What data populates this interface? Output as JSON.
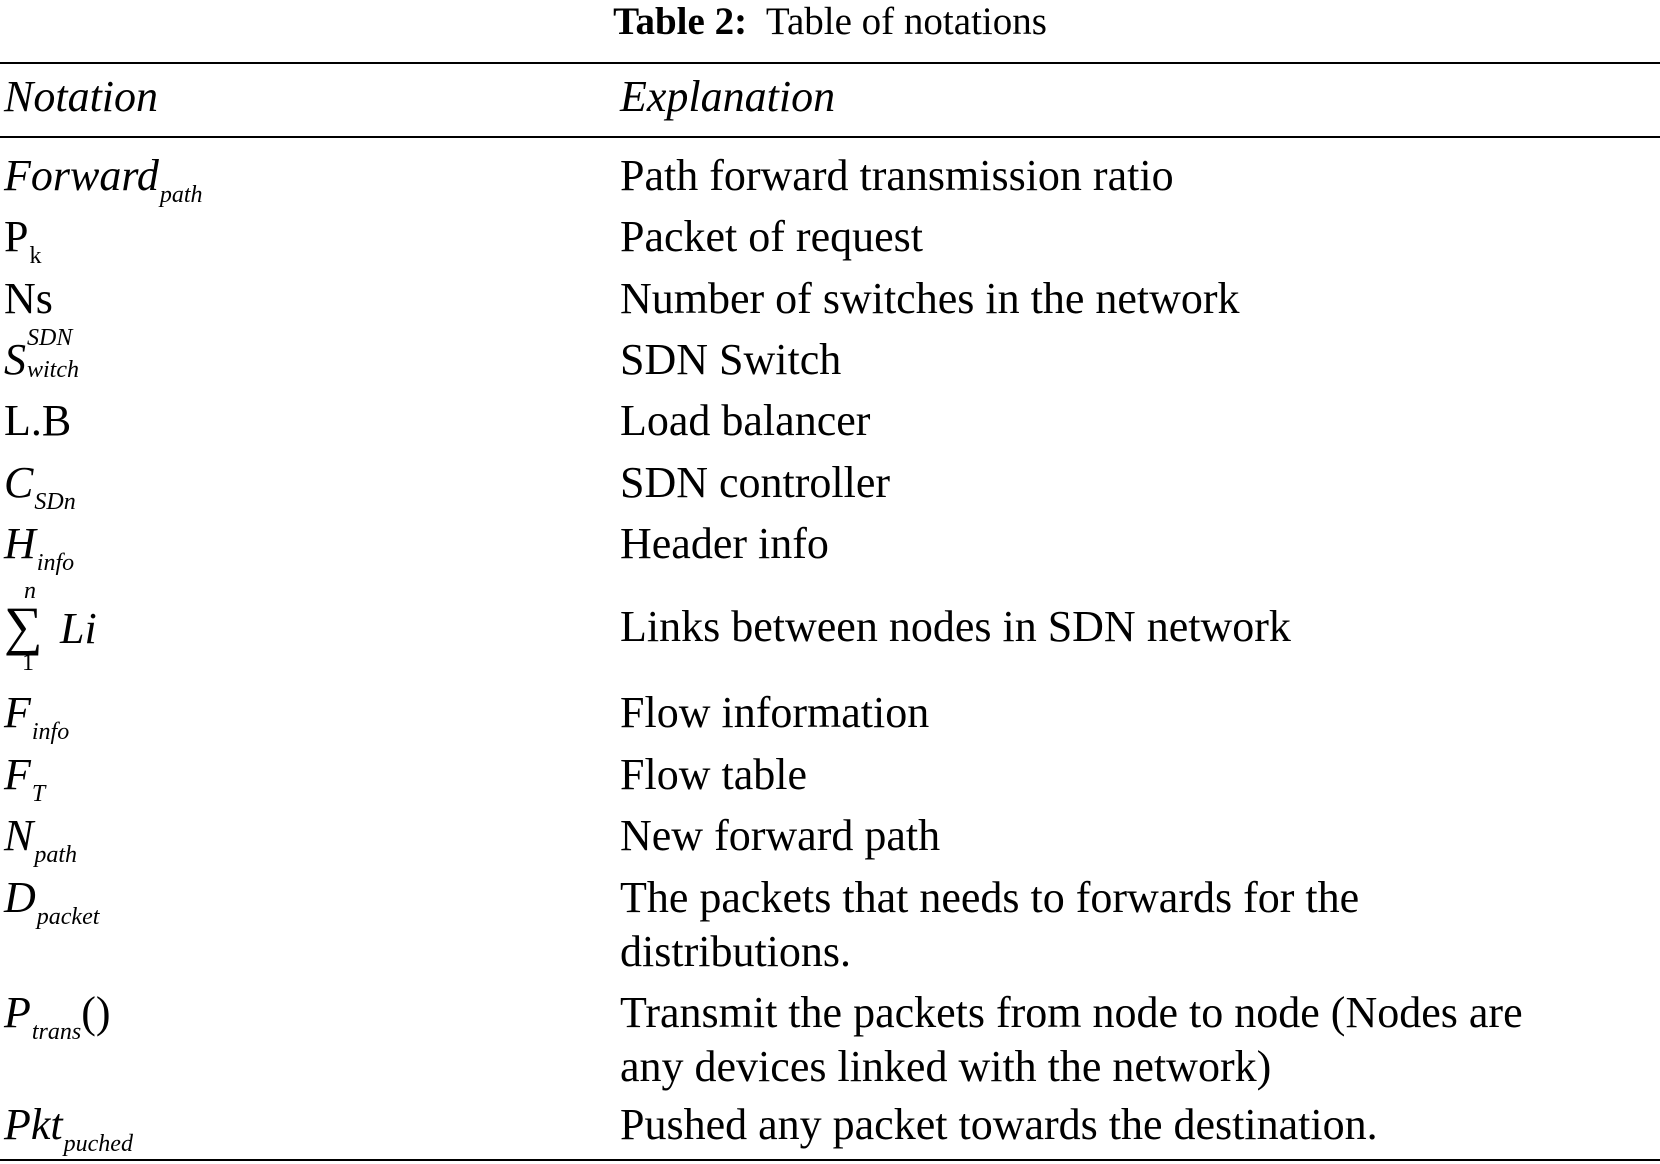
{
  "caption": {
    "label": "Table 2:",
    "text": "Table of notations"
  },
  "header": {
    "notation": "Notation",
    "explanation": "Explanation"
  },
  "rows": [
    {
      "base": "Forward",
      "sub": "path",
      "explanation": "Path forward transmission ratio"
    },
    {
      "base": "P",
      "sub": "k",
      "explanation": "Packet of request"
    },
    {
      "base": "Ns",
      "explanation": "Number of switches in the network"
    },
    {
      "base": "S",
      "sup": "SDN",
      "sub": "witch",
      "explanation": "SDN Switch"
    },
    {
      "base": "L.B",
      "explanation": "Load balancer"
    },
    {
      "base": "C",
      "sub": "SDn",
      "explanation": "SDN controller"
    },
    {
      "base": "H",
      "sub": "info",
      "explanation": "Header info"
    },
    {
      "sigma": "∑",
      "upper": "n",
      "lower": "1",
      "term": "Li",
      "explanation": "Links between nodes in SDN network"
    },
    {
      "base": "F",
      "sub": "info",
      "explanation": "Flow information"
    },
    {
      "base": "F",
      "sub": "T",
      "explanation": "Flow table"
    },
    {
      "base": "N",
      "sub": "path",
      "explanation": "New forward path"
    },
    {
      "base": "D",
      "sub": "packet",
      "explanation_line1": "The packets that needs to forwards for the",
      "explanation_line2": "distributions."
    },
    {
      "base": "P",
      "sub": "trans",
      "suffix": "()",
      "explanation_line1": "Transmit the packets from node to node (Nodes are",
      "explanation_line2": "any devices linked with the network)"
    },
    {
      "base": "Pkt",
      "sub": "puched",
      "explanation": "Pushed any packet towards the destination."
    }
  ]
}
